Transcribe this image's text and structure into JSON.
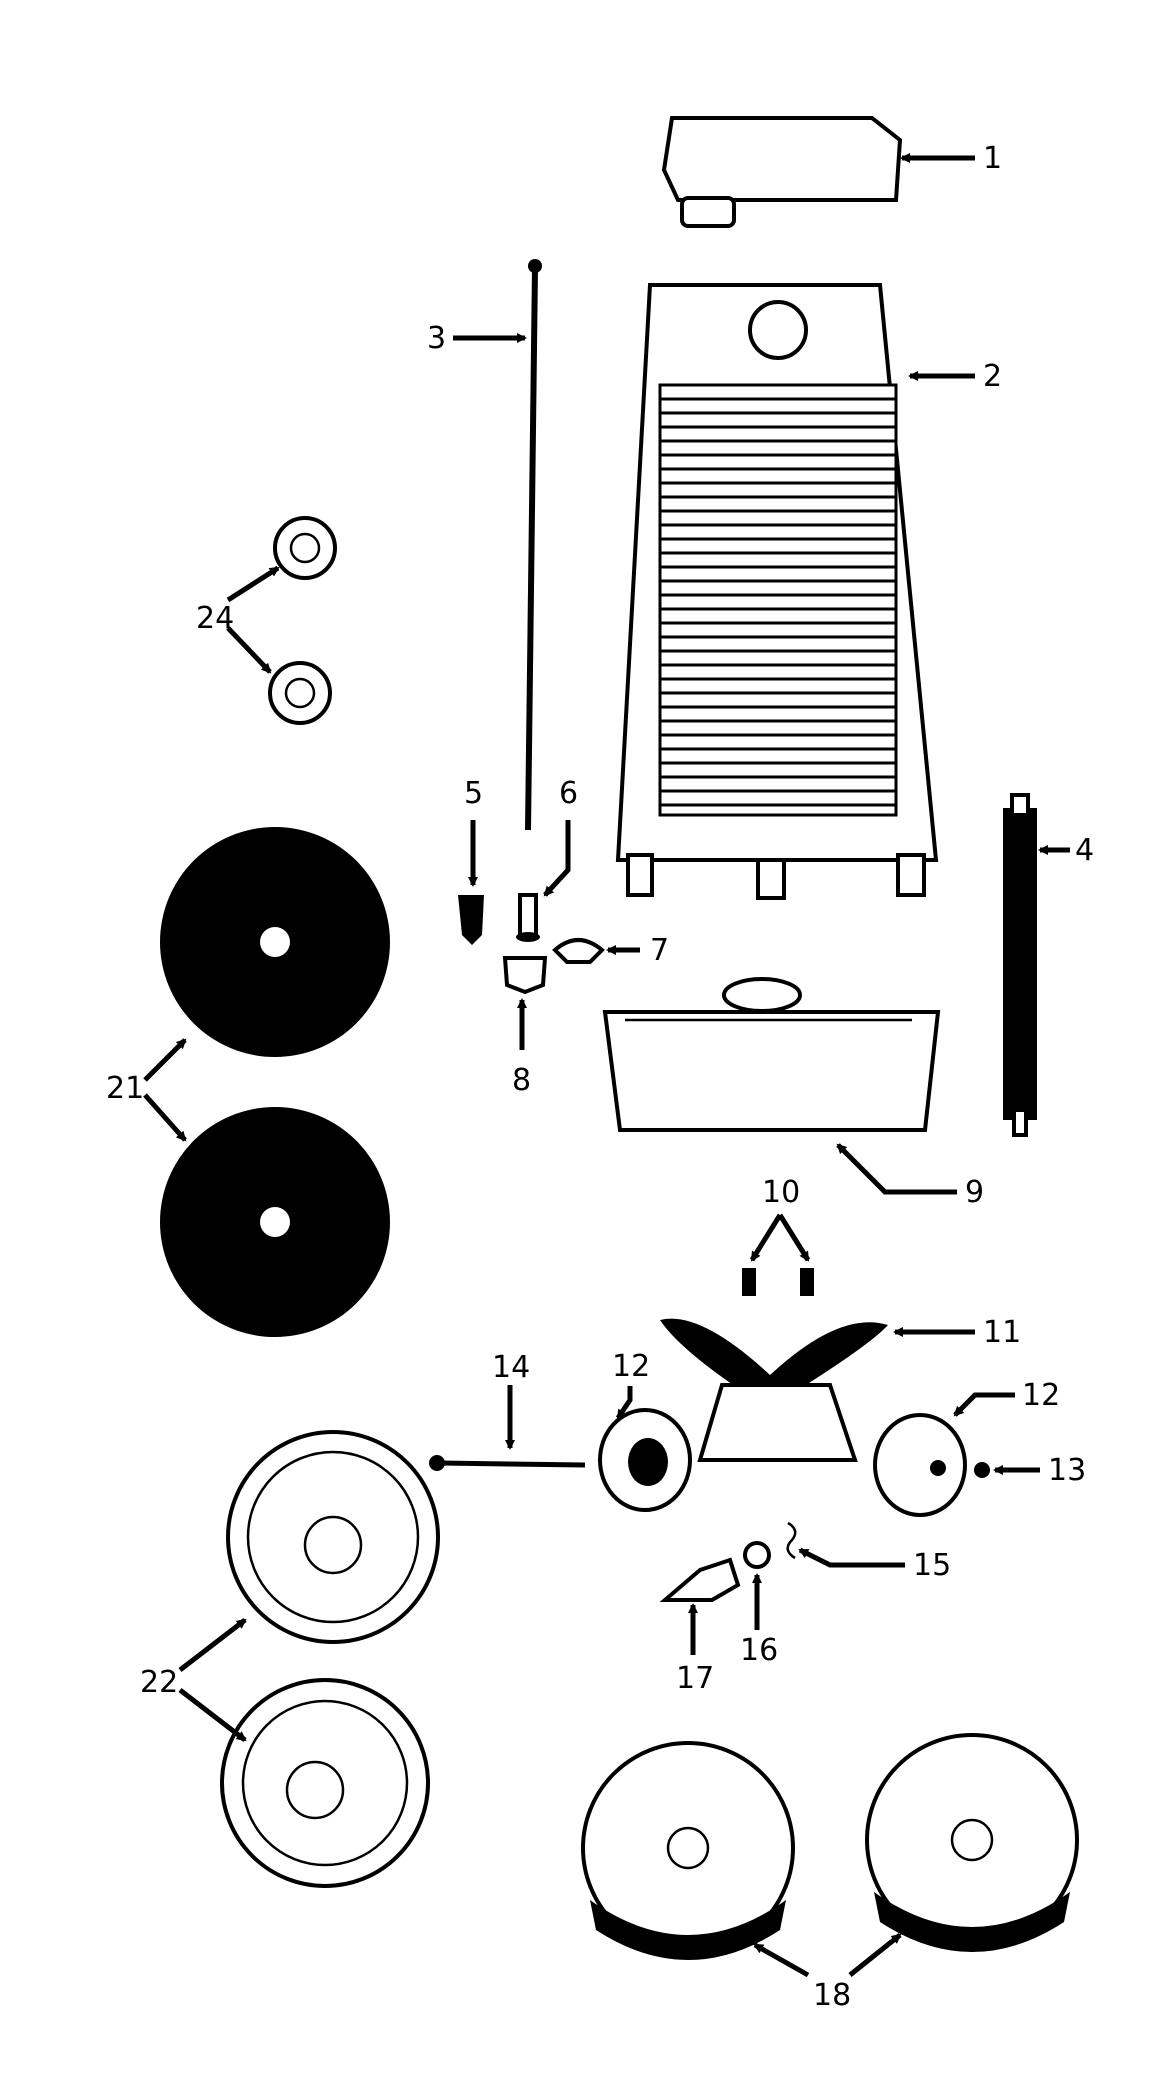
{
  "callouts": [
    "1",
    "2",
    "3",
    "4",
    "5",
    "6",
    "7",
    "8",
    "9",
    "10",
    "11",
    "12",
    "12",
    "13",
    "14",
    "15",
    "16",
    "17",
    "18",
    "21",
    "22",
    "24"
  ],
  "colors": {
    "ink": "#000000",
    "paper": "#ffffff"
  }
}
